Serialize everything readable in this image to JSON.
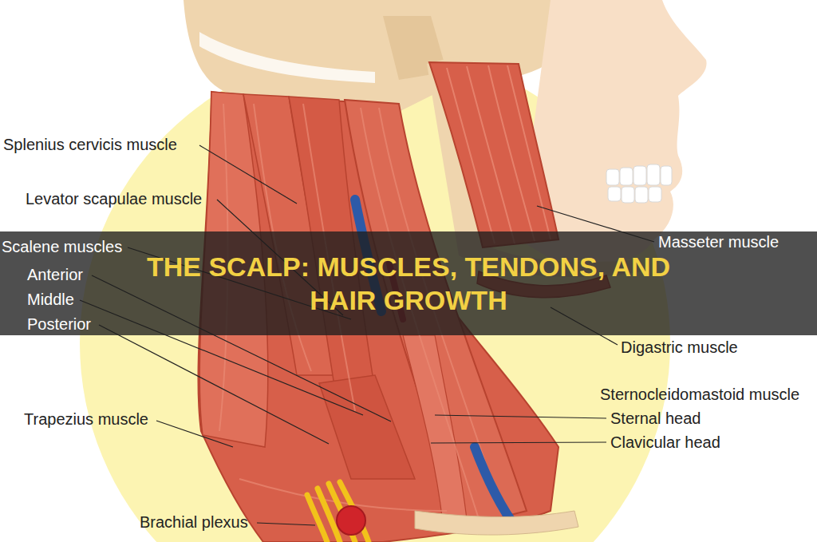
{
  "diagram": {
    "title": "THE SCALP: MUSCLES, TENDONS, AND HAIR GROWTH",
    "labels": [
      "Splenius cervicis muscle",
      "Levator scapulae muscle",
      "Scalene muscles",
      "Anterior",
      "Middle",
      "Posterior",
      "Trapezius muscle",
      "Brachial plexus",
      "Masseter muscle",
      "Digastric muscle",
      "Sternocleidomastoid muscle",
      "Sternal head",
      "Clavicular head"
    ]
  }
}
